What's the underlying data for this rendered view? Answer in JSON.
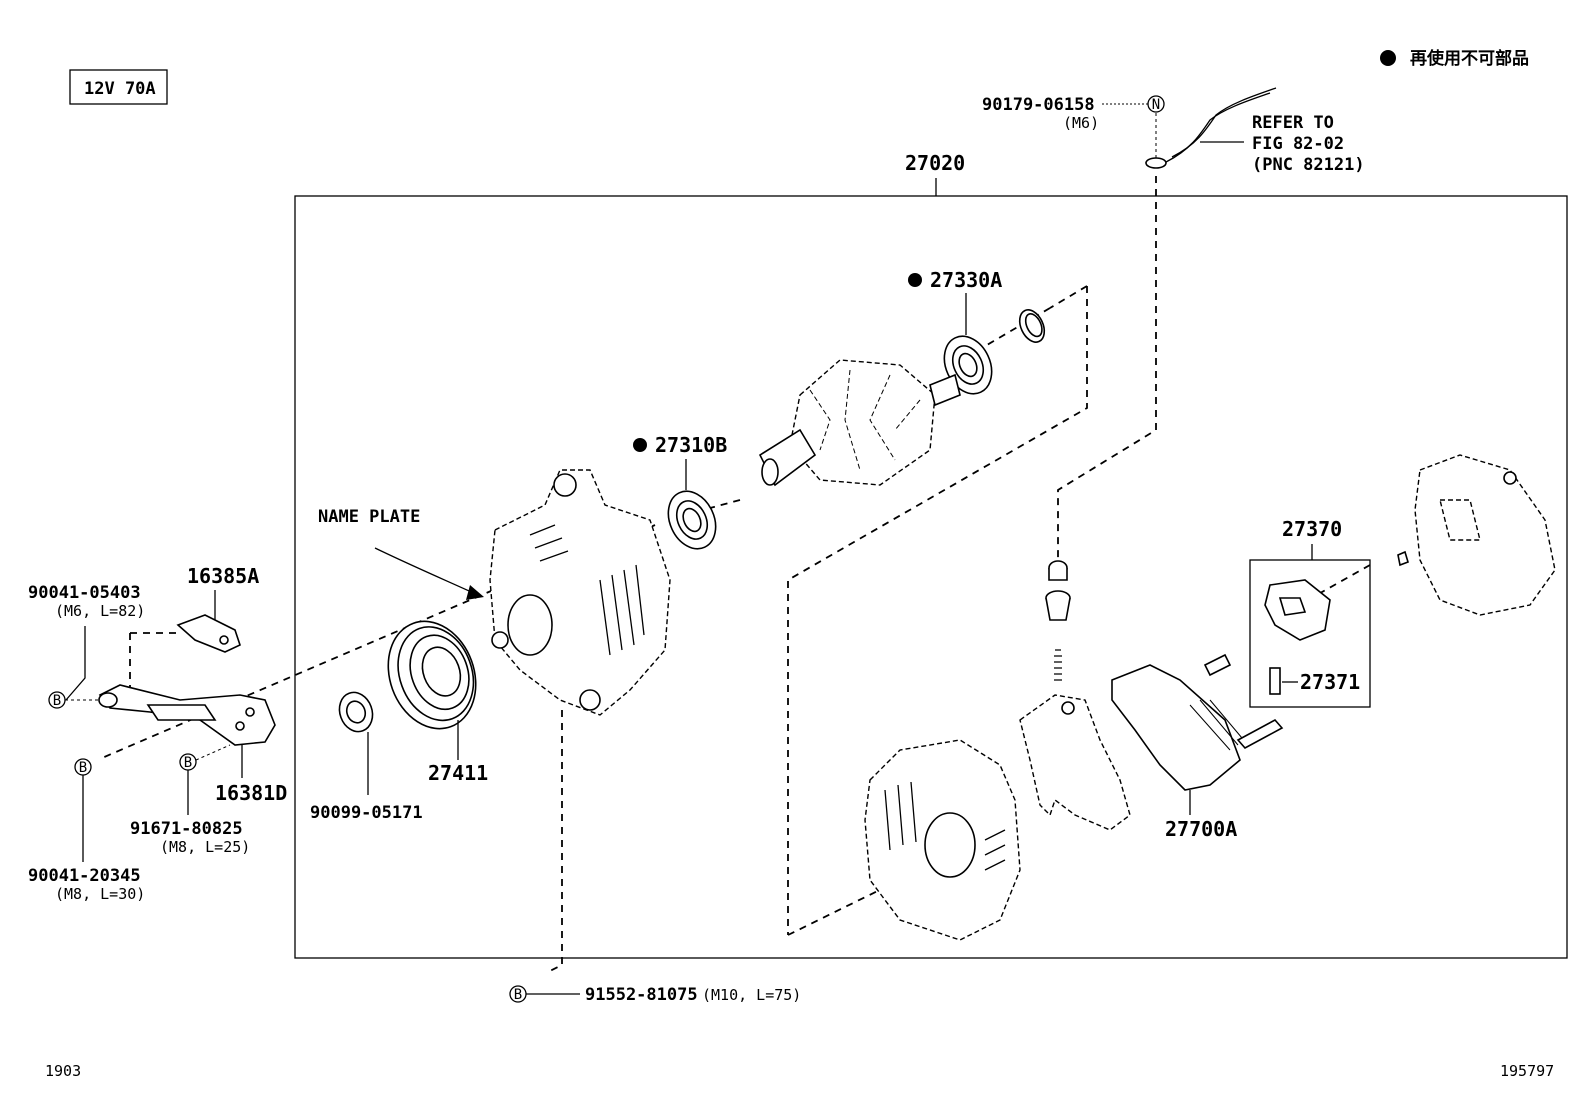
{
  "spec_label": "12V 70A",
  "legend": {
    "text": "再使用不可部品"
  },
  "assembly_label": "27020",
  "name_plate_label": "NAME PLATE",
  "refer": {
    "line1": "REFER TO",
    "line2": "FIG 82-02",
    "line3": "(PNC 82121)"
  },
  "parts": {
    "p90179": {
      "number": "90179-06158",
      "spec": "(M6)",
      "callout": "N"
    },
    "p27330A": {
      "number": "27330A"
    },
    "p27310B": {
      "number": "27310B"
    },
    "p16385A": {
      "number": "16385A"
    },
    "p90041a": {
      "number": "90041-05403",
      "spec": "(M6, L=82)",
      "callout": "B"
    },
    "p16381D": {
      "number": "16381D"
    },
    "p91671": {
      "number": "91671-80825",
      "spec": "(M8, L=25)",
      "callout": "B"
    },
    "p90041b": {
      "number": "90041-20345",
      "spec": "(M8, L=30)",
      "callout": "B"
    },
    "p27411": {
      "number": "27411"
    },
    "p90099": {
      "number": "90099-05171"
    },
    "p27370": {
      "number": "27370"
    },
    "p27371": {
      "number": "27371"
    },
    "p27700A": {
      "number": "27700A"
    },
    "p91552": {
      "number": "91552-81075",
      "spec": "(M10, L=75)",
      "callout": "B"
    }
  },
  "footer": {
    "left": "1903",
    "right": "195797"
  }
}
